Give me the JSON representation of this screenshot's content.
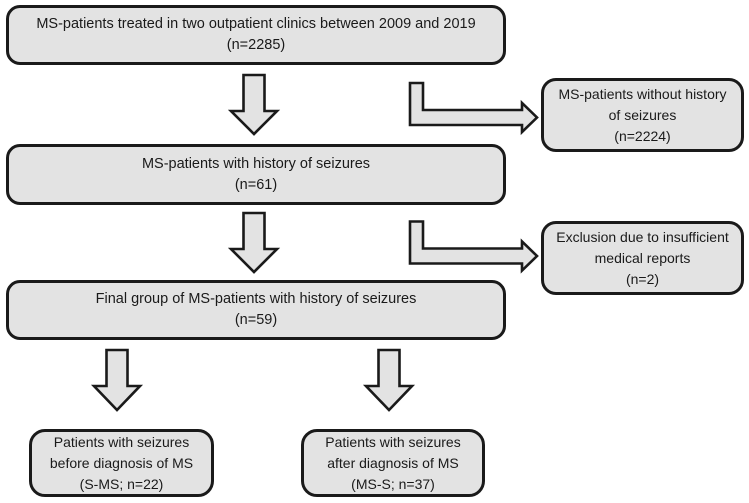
{
  "figure": {
    "type": "flowchart",
    "background": "#ffffff",
    "box_fill": "#e3e3e3",
    "box_border": "#1a1a1a",
    "arrow_fill": "#e3e3e3",
    "text_color": "#1a1a1a"
  },
  "flowchart": {
    "main_boxes": [
      {
        "lines": [
          "MS-patients treated in two outpatient clinics between 2009 and 2019",
          "(n=2285)"
        ]
      },
      {
        "lines": [
          "MS-patients with history of seizures",
          "(n=61)"
        ]
      },
      {
        "lines": [
          "Final group of MS-patients with history of seizures",
          "(n=59)"
        ]
      }
    ],
    "side_boxes": [
      {
        "lines": [
          "MS-patients without history",
          "of seizures",
          "(n=2224)"
        ]
      },
      {
        "lines": [
          "Exclusion due to insufficient",
          "medical reports",
          "(n=2)"
        ]
      }
    ],
    "bottom_boxes": [
      {
        "lines": [
          "Patients with seizures",
          "before diagnosis of MS",
          "(S-MS; n=22)"
        ]
      },
      {
        "lines": [
          "Patients with seizures",
          "after diagnosis of MS",
          "(MS-S; n=37)"
        ]
      }
    ]
  }
}
